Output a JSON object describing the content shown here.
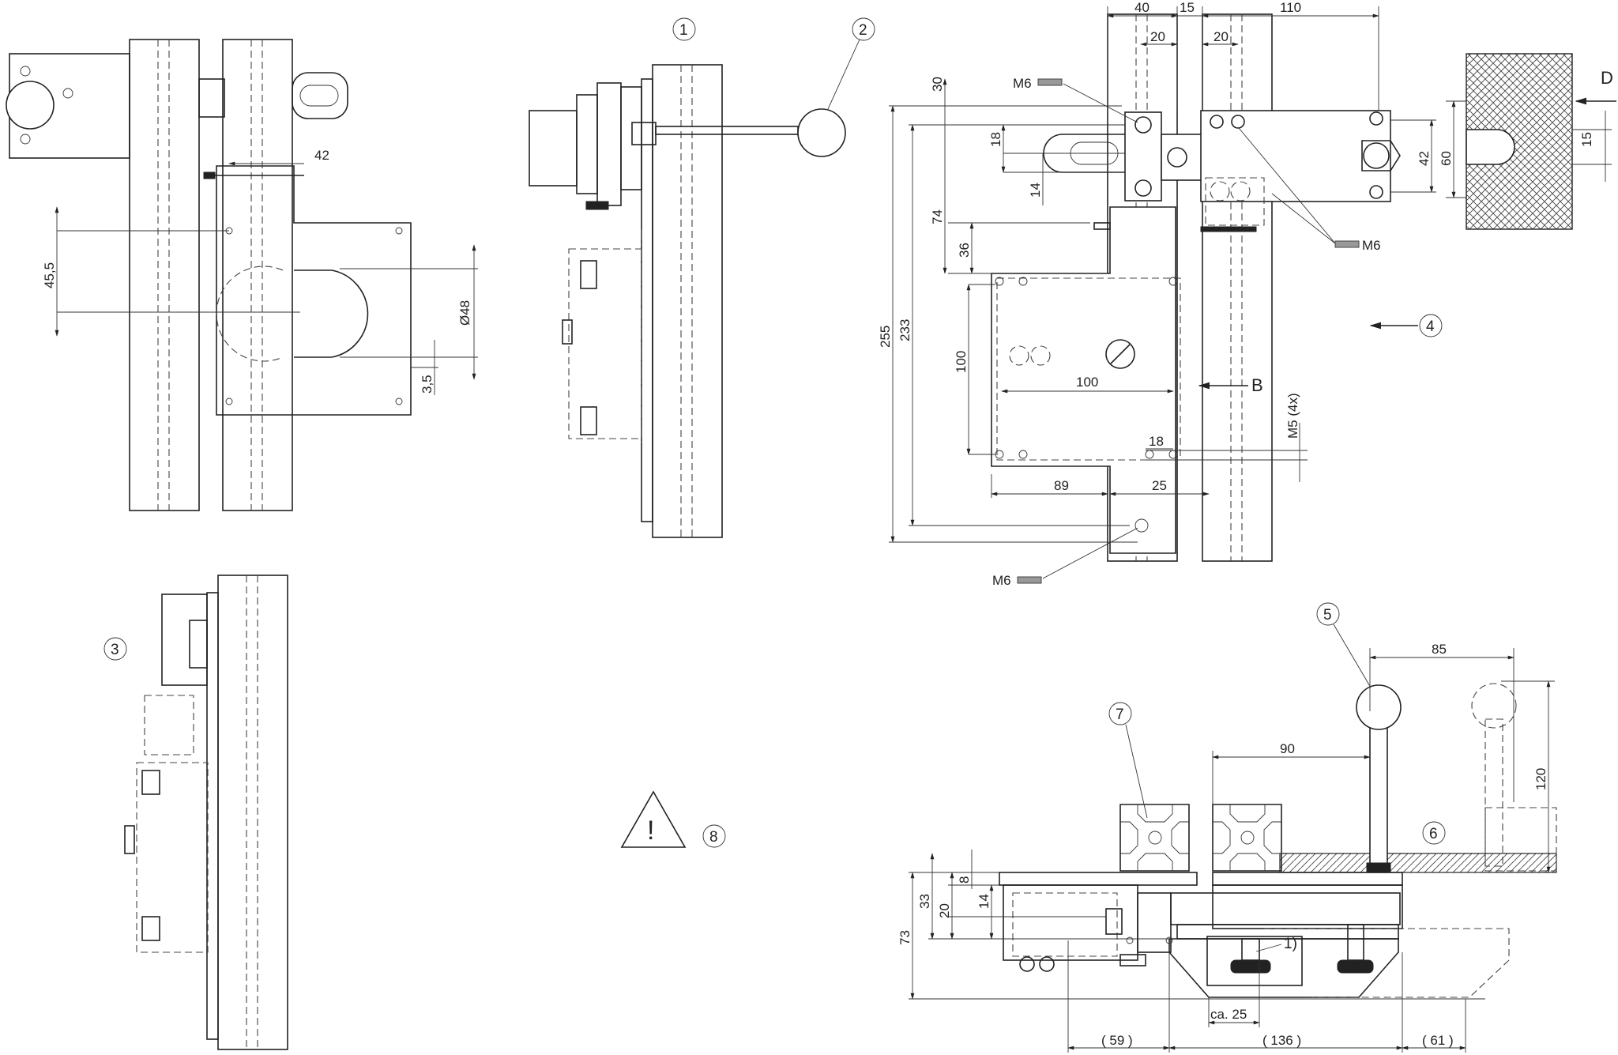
{
  "callouts": {
    "c1": "1",
    "c2": "2",
    "c3": "3",
    "c4": "4",
    "c5": "5",
    "c6": "6",
    "c7": "7",
    "c8": "8"
  },
  "letters": {
    "b": "B",
    "d": "D",
    "footnote": "1)"
  },
  "screws": {
    "m6_a": "M6",
    "m6_b": "M6",
    "m6_c": "M6",
    "m5": "M5 (4x)"
  },
  "dims_left": {
    "d42": "42",
    "d45_5": "45,5",
    "d48": "Ø48",
    "d3_5": "3,5"
  },
  "dims_topright": {
    "d40": "40",
    "d15": "15",
    "d110": "110",
    "d20a": "20",
    "d20b": "20",
    "d30": "30",
    "d18a": "18",
    "d14a": "14",
    "d74": "74",
    "d36": "36",
    "d255": "255",
    "d233": "233",
    "d100v": "100",
    "d100h": "100",
    "d18b": "18",
    "d89": "89",
    "d25": "25",
    "d42r": "42",
    "d60": "60",
    "d15r": "15"
  },
  "dims_bottom": {
    "d85": "85",
    "d90": "90",
    "d120": "120",
    "d8": "8",
    "d14": "14",
    "d20": "20",
    "d33": "33",
    "d73": "73",
    "ca25": "ca. 25",
    "p59": "( 59 )",
    "p136": "( 136 )",
    "p61": "( 61 )"
  },
  "warning": {
    "glyph": "!"
  },
  "colors": {
    "line": "#222222",
    "background": "#ffffff",
    "hatch": "#444444"
  }
}
